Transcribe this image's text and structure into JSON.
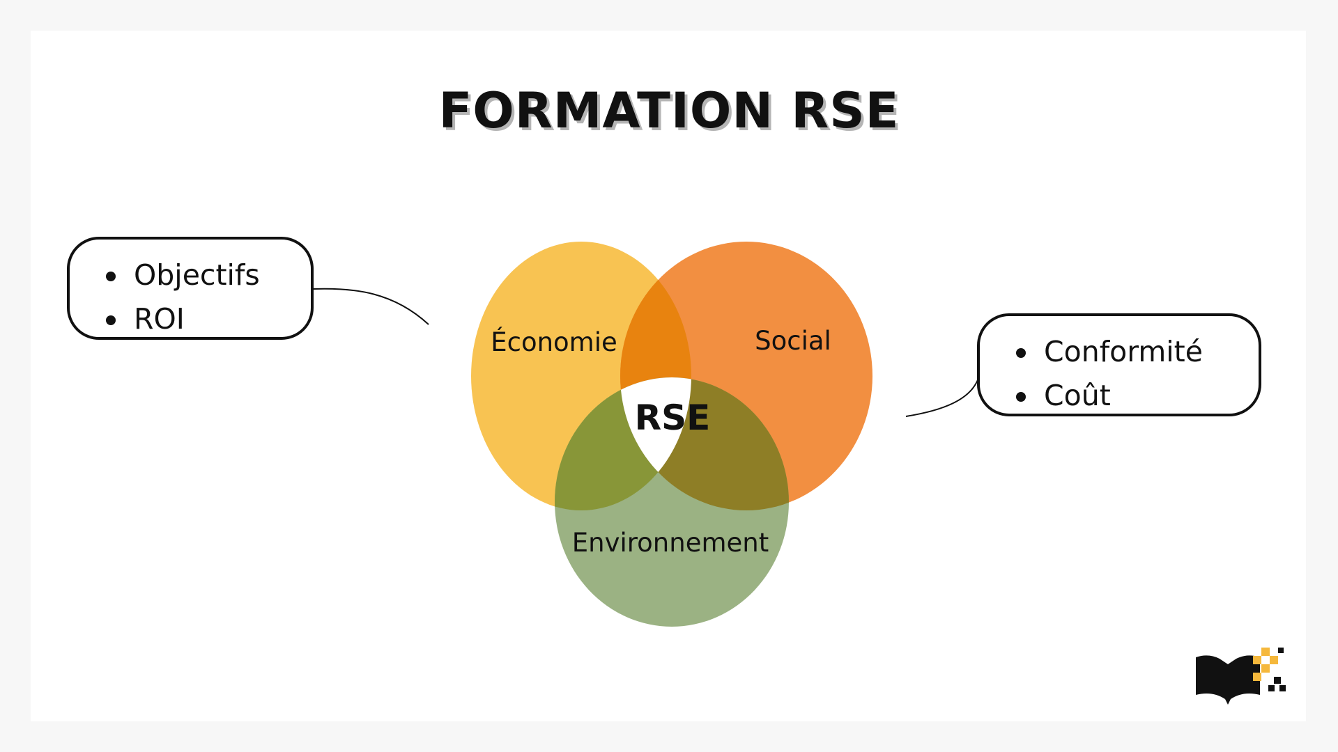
{
  "title": "FORMATION RSE",
  "venn": {
    "sets": [
      {
        "key": "economie",
        "label": "Économie",
        "color": "#f8c352"
      },
      {
        "key": "social",
        "label": "Social",
        "color": "#f28f41"
      },
      {
        "key": "environnement",
        "label": "Environnement",
        "color": "#9bb283"
      }
    ],
    "center_label": "RSE",
    "overlap_colors": {
      "economie_social": "#e8830f",
      "economie_environnement": "#889638",
      "social_environnement": "#8e7e26"
    }
  },
  "callouts": {
    "left": {
      "items": [
        "Objectifs",
        "ROI"
      ]
    },
    "right": {
      "items": [
        "Conformité",
        "Coût"
      ]
    }
  },
  "logo": {
    "name": "book-logo-icon",
    "colors": [
      "#111111",
      "#f5b83c"
    ]
  }
}
